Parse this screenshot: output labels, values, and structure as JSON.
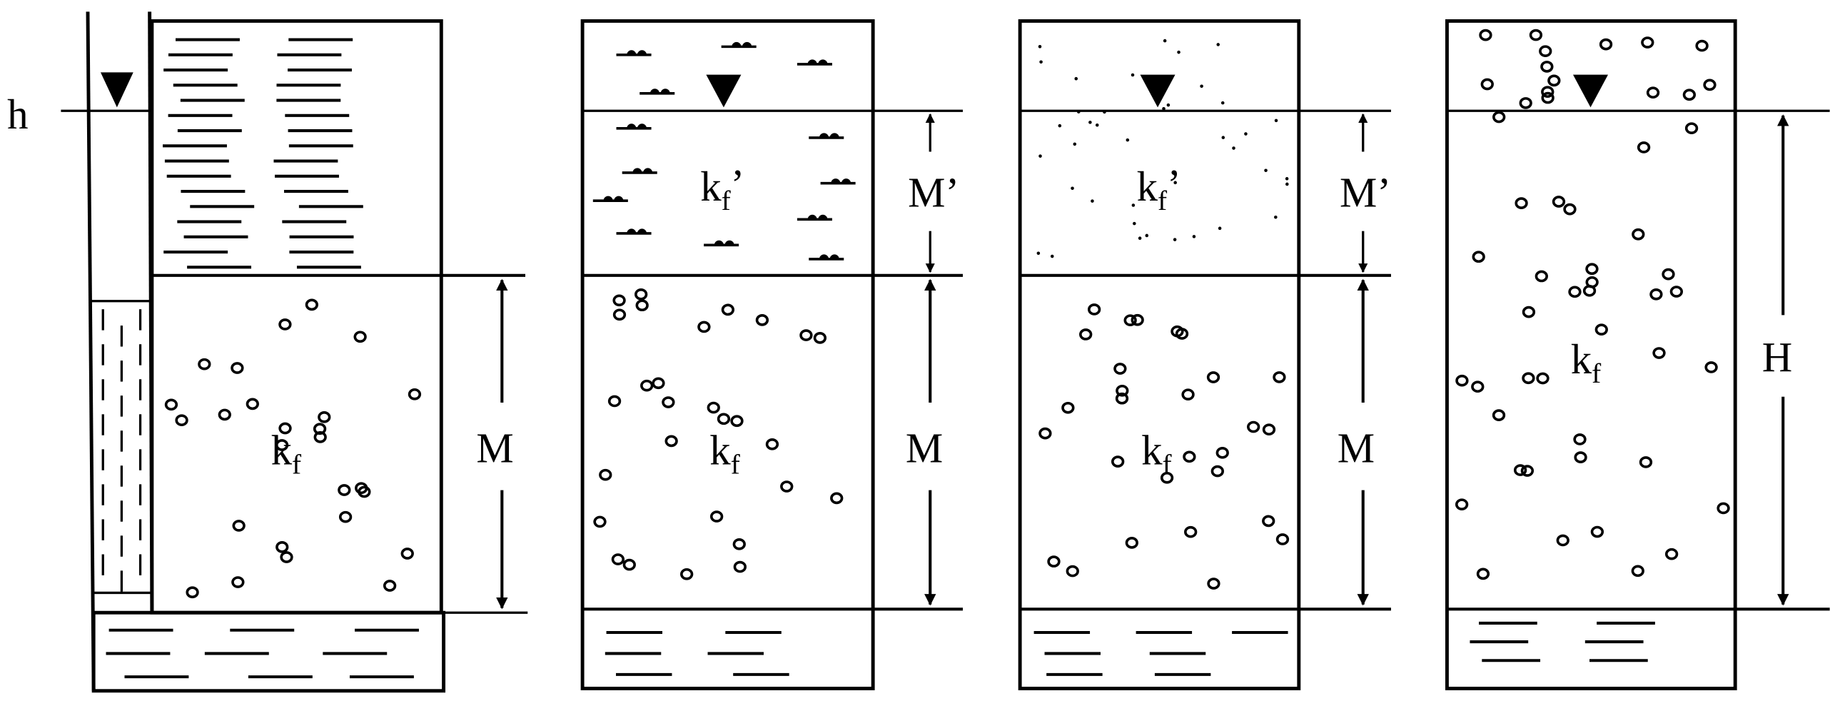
{
  "title": "Aquifer configurations: confined, semi-confined and unconfined",
  "panels": [
    {
      "id": "confined",
      "head_label": "h",
      "aquifer_label": "k",
      "aquifer_sub": "f",
      "thickness_label": "M"
    },
    {
      "id": "leaky-clay",
      "aquitard_label": "k",
      "aquitard_sub": "f",
      "aquitard_prime": "’",
      "aquitard_thickness": "M’",
      "aquifer_label": "k",
      "aquifer_sub": "f",
      "thickness_label": "M"
    },
    {
      "id": "leaky-sand",
      "aquitard_label": "k",
      "aquitard_sub": "f",
      "aquitard_prime": "’",
      "aquitard_thickness": "M’",
      "aquifer_label": "k",
      "aquifer_sub": "f",
      "thickness_label": "M"
    },
    {
      "id": "unconfined",
      "aquifer_label": "k",
      "aquifer_sub": "f",
      "thickness_label": "H"
    }
  ],
  "colors": {
    "ink": "#000000",
    "background": "#ffffff"
  }
}
